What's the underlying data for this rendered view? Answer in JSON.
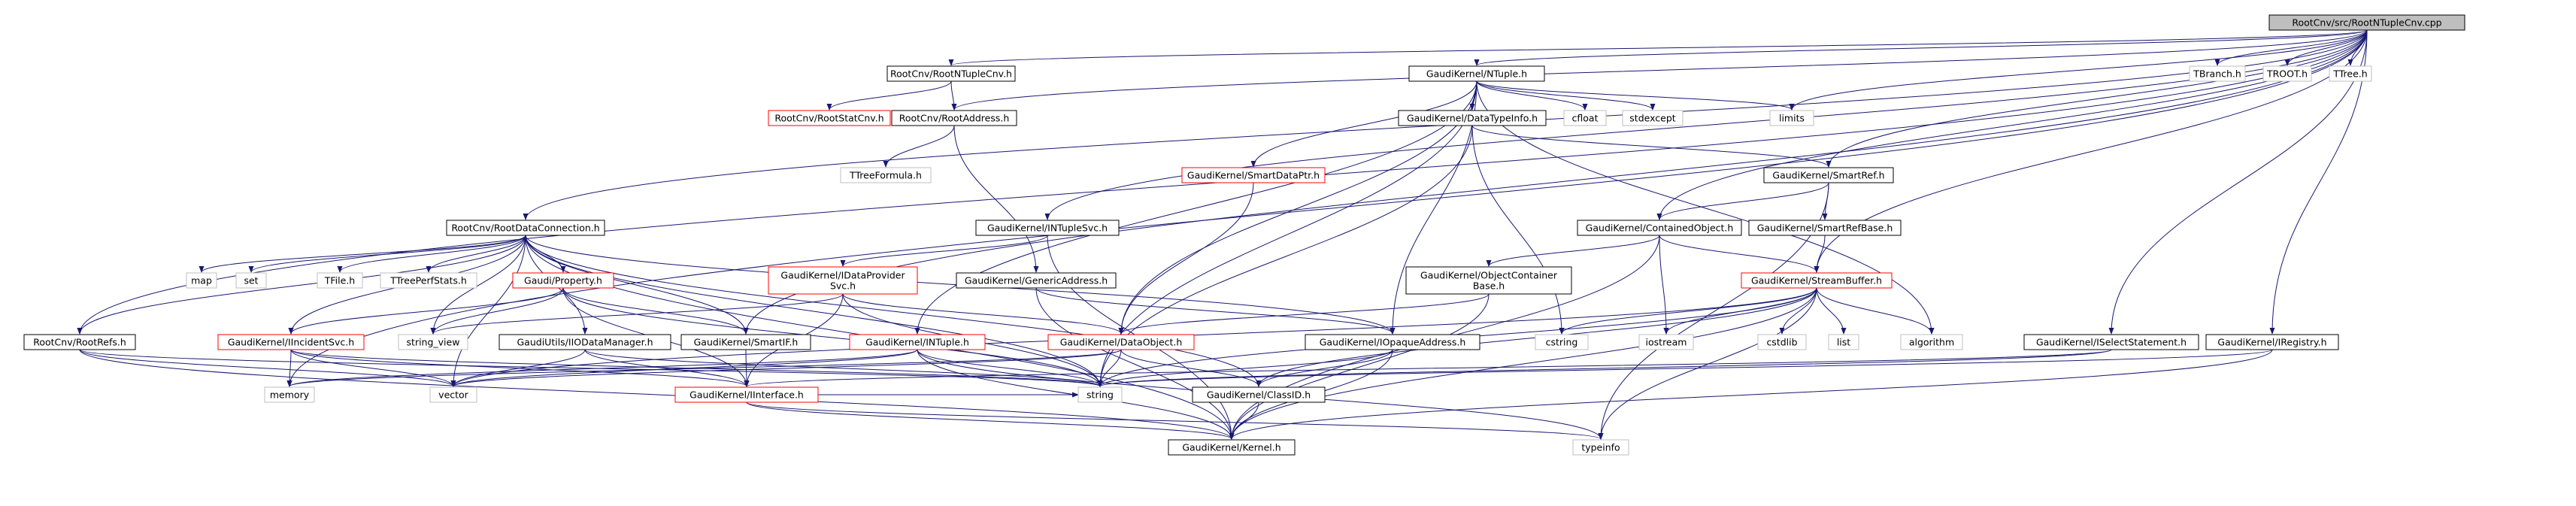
{
  "graph": {
    "title": "RootCnv/src/RootNTupleCnv.cpp",
    "nodes": [
      {
        "id": "root",
        "label": "RootCnv/src/RootNTupleCnv.cpp",
        "style": "root"
      },
      {
        "id": "tbranch",
        "label": "TBranch.h",
        "style": "gray"
      },
      {
        "id": "troot",
        "label": "TROOT.h",
        "style": "gray"
      },
      {
        "id": "ttree",
        "label": "TTree.h",
        "style": "gray"
      },
      {
        "id": "limits",
        "label": "limits",
        "style": "gray"
      },
      {
        "id": "ntuplecnv",
        "label": "RootCnv/RootNTupleCnv.h",
        "style": "black"
      },
      {
        "id": "gk_ntuple",
        "label": "GaudiKernel/NTuple.h",
        "style": "black"
      },
      {
        "id": "rootstatcnv",
        "label": "RootCnv/RootStatCnv.h",
        "style": "red"
      },
      {
        "id": "rootaddress",
        "label": "RootCnv/RootAddress.h",
        "style": "black"
      },
      {
        "id": "datatypeinfo",
        "label": "GaudiKernel/DataTypeInfo.h",
        "style": "black"
      },
      {
        "id": "cfloat",
        "label": "cfloat",
        "style": "gray"
      },
      {
        "id": "stdexcept",
        "label": "stdexcept",
        "style": "gray"
      },
      {
        "id": "ttreeformula",
        "label": "TTreeFormula.h",
        "style": "gray"
      },
      {
        "id": "smartdataptr",
        "label": "GaudiKernel/SmartDataPtr.h",
        "style": "red"
      },
      {
        "id": "smartref",
        "label": "GaudiKernel/SmartRef.h",
        "style": "black"
      },
      {
        "id": "rootdataconn",
        "label": "RootCnv/RootDataConnection.h",
        "style": "black"
      },
      {
        "id": "intuplesvc",
        "label": "GaudiKernel/INTupleSvc.h",
        "style": "black"
      },
      {
        "id": "containedobj",
        "label": "GaudiKernel/ContainedObject.h",
        "style": "black"
      },
      {
        "id": "smartrefbase",
        "label": "GaudiKernel/SmartRefBase.h",
        "style": "black"
      },
      {
        "id": "map",
        "label": "map",
        "style": "gray"
      },
      {
        "id": "set",
        "label": "set",
        "style": "gray"
      },
      {
        "id": "tfile",
        "label": "TFile.h",
        "style": "gray"
      },
      {
        "id": "ttreeperfstats",
        "label": "TTreePerfStats.h",
        "style": "gray"
      },
      {
        "id": "gaudiproperty",
        "label": "Gaudi/Property.h",
        "style": "red"
      },
      {
        "id": "idataprovidersvc",
        "label": [
          "GaudiKernel/IDataProvider",
          "Svc.h"
        ],
        "style": "red"
      },
      {
        "id": "genericaddress",
        "label": "GaudiKernel/GenericAddress.h",
        "style": "black"
      },
      {
        "id": "objcontainerbase",
        "label": [
          "GaudiKernel/ObjectContainer",
          "Base.h"
        ],
        "style": "black"
      },
      {
        "id": "streambuffer",
        "label": "GaudiKernel/StreamBuffer.h",
        "style": "red"
      },
      {
        "id": "rootrefs",
        "label": "RootCnv/RootRefs.h",
        "style": "black"
      },
      {
        "id": "iincidentsvc",
        "label": "GaudiKernel/IIncidentSvc.h",
        "style": "red"
      },
      {
        "id": "string_view",
        "label": "string_view",
        "style": "gray"
      },
      {
        "id": "iiodatamanager",
        "label": "GaudiUtils/IIODataManager.h",
        "style": "black"
      },
      {
        "id": "ismartif",
        "label": "GaudiKernel/SmartIF.h",
        "style": "black"
      },
      {
        "id": "intuple",
        "label": "GaudiKernel/INTuple.h",
        "style": "red"
      },
      {
        "id": "dataobject",
        "label": "GaudiKernel/DataObject.h",
        "style": "red"
      },
      {
        "id": "iopaqueaddress",
        "label": "GaudiKernel/IOpaqueAddress.h",
        "style": "black"
      },
      {
        "id": "cstring",
        "label": "cstring",
        "style": "gray"
      },
      {
        "id": "iostream",
        "label": "iostream",
        "style": "gray"
      },
      {
        "id": "cstdlib",
        "label": "cstdlib",
        "style": "gray"
      },
      {
        "id": "list",
        "label": "list",
        "style": "gray"
      },
      {
        "id": "algorithm",
        "label": "algorithm",
        "style": "gray"
      },
      {
        "id": "iselectstatement",
        "label": "GaudiKernel/ISelectStatement.h",
        "style": "black"
      },
      {
        "id": "iregistry",
        "label": "GaudiKernel/IRegistry.h",
        "style": "black"
      },
      {
        "id": "memory",
        "label": "memory",
        "style": "gray"
      },
      {
        "id": "vector",
        "label": "vector",
        "style": "gray"
      },
      {
        "id": "string",
        "label": "string",
        "style": "gray"
      },
      {
        "id": "iinterface",
        "label": "GaudiKernel/IInterface.h",
        "style": "red"
      },
      {
        "id": "classid",
        "label": "GaudiKernel/ClassID.h",
        "style": "black"
      },
      {
        "id": "kernel",
        "label": "GaudiKernel/Kernel.h",
        "style": "black"
      },
      {
        "id": "typeinfo",
        "label": "typeinfo",
        "style": "gray"
      }
    ],
    "edges": [
      [
        "root",
        "tbranch"
      ],
      [
        "root",
        "troot"
      ],
      [
        "root",
        "ttree"
      ],
      [
        "root",
        "limits"
      ],
      [
        "root",
        "ntuplecnv"
      ],
      [
        "root",
        "gk_ntuple"
      ],
      [
        "root",
        "rootaddress"
      ],
      [
        "root",
        "rootdataconn"
      ],
      [
        "root",
        "intuplesvc"
      ],
      [
        "root",
        "smartref"
      ],
      [
        "root",
        "containedobj"
      ],
      [
        "root",
        "streambuffer"
      ],
      [
        "root",
        "rootrefs"
      ],
      [
        "root",
        "iselectstatement"
      ],
      [
        "root",
        "iregistry"
      ],
      [
        "root",
        "memory"
      ],
      [
        "root",
        "ismartif"
      ],
      [
        "ntuplecnv",
        "rootstatcnv"
      ],
      [
        "ntuplecnv",
        "rootaddress"
      ],
      [
        "rootaddress",
        "ttreeformula"
      ],
      [
        "rootaddress",
        "genericaddress"
      ],
      [
        "gk_ntuple",
        "datatypeinfo"
      ],
      [
        "gk_ntuple",
        "cfloat"
      ],
      [
        "gk_ntuple",
        "stdexcept"
      ],
      [
        "gk_ntuple",
        "limits"
      ],
      [
        "gk_ntuple",
        "smartdataptr"
      ],
      [
        "gk_ntuple",
        "algorithm"
      ],
      [
        "gk_ntuple",
        "intuple"
      ],
      [
        "gk_ntuple",
        "dataobject"
      ],
      [
        "gk_ntuple",
        "iopaqueaddress"
      ],
      [
        "gk_ntuple",
        "string"
      ],
      [
        "datatypeinfo",
        "smartref"
      ],
      [
        "datatypeinfo",
        "cstring"
      ],
      [
        "datatypeinfo",
        "string"
      ],
      [
        "smartdataptr",
        "dataobject"
      ],
      [
        "smartref",
        "containedobj"
      ],
      [
        "smartref",
        "smartrefbase"
      ],
      [
        "smartref",
        "typeinfo"
      ],
      [
        "smartrefbase",
        "streambuffer"
      ],
      [
        "containedobj",
        "objcontainerbase"
      ],
      [
        "containedobj",
        "streambuffer"
      ],
      [
        "containedobj",
        "iostream"
      ],
      [
        "containedobj",
        "kernel"
      ],
      [
        "objcontainerbase",
        "dataobject"
      ],
      [
        "objcontainerbase",
        "kernel"
      ],
      [
        "streambuffer",
        "cstring"
      ],
      [
        "streambuffer",
        "iostream"
      ],
      [
        "streambuffer",
        "cstdlib"
      ],
      [
        "streambuffer",
        "list"
      ],
      [
        "streambuffer",
        "algorithm"
      ],
      [
        "streambuffer",
        "vector"
      ],
      [
        "streambuffer",
        "string"
      ],
      [
        "streambuffer",
        "typeinfo"
      ],
      [
        "streambuffer",
        "kernel"
      ],
      [
        "streambuffer",
        "classid"
      ],
      [
        "intuplesvc",
        "idataprovidersvc"
      ],
      [
        "intuplesvc",
        "kernel"
      ],
      [
        "idataprovidersvc",
        "string_view"
      ],
      [
        "idataprovidersvc",
        "iinterface"
      ],
      [
        "idataprovidersvc",
        "string"
      ],
      [
        "idataprovidersvc",
        "dataobject"
      ],
      [
        "genericaddress",
        "iopaqueaddress"
      ],
      [
        "genericaddress",
        "kernel"
      ],
      [
        "rootdataconn",
        "map"
      ],
      [
        "rootdataconn",
        "set"
      ],
      [
        "rootdataconn",
        "tfile"
      ],
      [
        "rootdataconn",
        "ttreeperfstats"
      ],
      [
        "rootdataconn",
        "gaudiproperty"
      ],
      [
        "rootdataconn",
        "rootrefs"
      ],
      [
        "rootdataconn",
        "iincidentsvc"
      ],
      [
        "rootdataconn",
        "iiodatamanager"
      ],
      [
        "rootdataconn",
        "ismartif"
      ],
      [
        "rootdataconn",
        "string_view"
      ],
      [
        "rootdataconn",
        "vector"
      ],
      [
        "rootdataconn",
        "string"
      ],
      [
        "rootdataconn",
        "classid"
      ],
      [
        "rootdataconn",
        "iopaqueaddress"
      ],
      [
        "rootdataconn",
        "kernel"
      ],
      [
        "gaudiproperty",
        "string_view"
      ],
      [
        "gaudiproperty",
        "ismartif"
      ],
      [
        "gaudiproperty",
        "string"
      ],
      [
        "gaudiproperty",
        "iincidentsvc"
      ],
      [
        "gaudiproperty",
        "iinterface"
      ],
      [
        "rootrefs",
        "vector"
      ],
      [
        "rootrefs",
        "string"
      ],
      [
        "rootrefs",
        "kernel"
      ],
      [
        "iincidentsvc",
        "memory"
      ],
      [
        "iincidentsvc",
        "vector"
      ],
      [
        "iincidentsvc",
        "string"
      ],
      [
        "iincidentsvc",
        "iinterface"
      ],
      [
        "iiodatamanager",
        "vector"
      ],
      [
        "iiodatamanager",
        "string"
      ],
      [
        "iiodatamanager",
        "iinterface"
      ],
      [
        "ismartif",
        "iinterface"
      ],
      [
        "intuple",
        "memory"
      ],
      [
        "intuple",
        "vector"
      ],
      [
        "intuple",
        "string"
      ],
      [
        "intuple",
        "kernel"
      ],
      [
        "intuple",
        "typeinfo"
      ],
      [
        "dataobject",
        "string"
      ],
      [
        "dataobject",
        "classid"
      ],
      [
        "dataobject",
        "vector"
      ],
      [
        "dataobject",
        "memory"
      ],
      [
        "iopaqueaddress",
        "string"
      ],
      [
        "iopaqueaddress",
        "classid"
      ],
      [
        "iopaqueaddress",
        "kernel"
      ],
      [
        "iinterface",
        "kernel"
      ],
      [
        "iinterface",
        "typeinfo"
      ],
      [
        "iinterface",
        "string"
      ],
      [
        "classid",
        "kernel"
      ],
      [
        "iselectstatement",
        "string"
      ],
      [
        "iselectstatement",
        "iinterface"
      ],
      [
        "iregistry",
        "string"
      ],
      [
        "iregistry",
        "kernel"
      ]
    ]
  },
  "colors": {
    "edge": "#191970",
    "root_fill": "#bfbfbf",
    "red_border": "#ff0000",
    "black_border": "#000000",
    "gray_border": "#bfbfbf",
    "text": "#000000"
  }
}
